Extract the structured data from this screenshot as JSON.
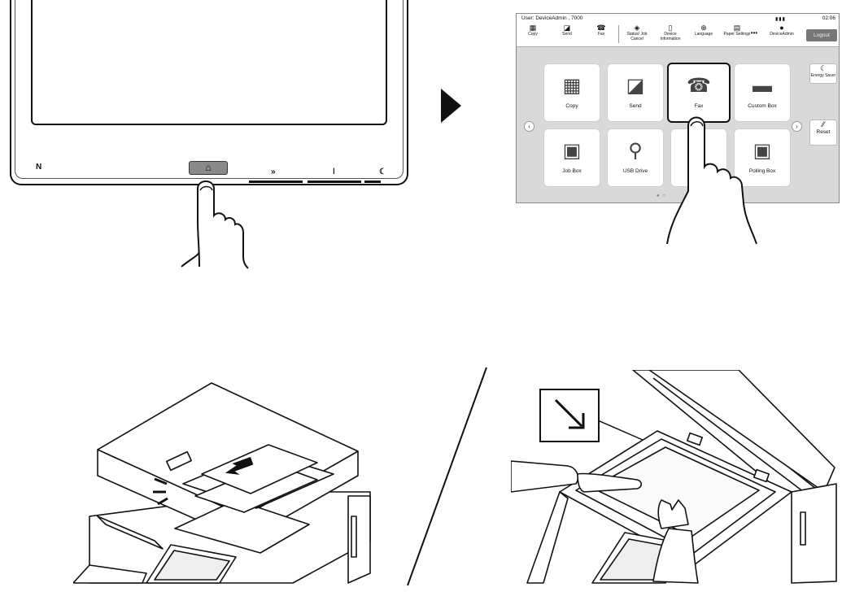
{
  "control_panel": {
    "nfc_icon": "nfc-icon",
    "home_key": {
      "icon": "home-icon",
      "glyph": "⌂"
    },
    "keys": [
      {
        "name": "processing-icon",
        "glyph": "»"
      },
      {
        "name": "attention-icon",
        "glyph": "ǀ"
      },
      {
        "name": "energy-saver-icon",
        "glyph": "☾"
      }
    ]
  },
  "touch_screen": {
    "status": {
      "user": "User: DeviceAdmin , 7000",
      "time": "02:06"
    },
    "toolbar": [
      {
        "label": "Copy",
        "icon": "copy-icon",
        "glyph": "▦"
      },
      {
        "label": "Send",
        "icon": "send-icon",
        "glyph": "◪"
      },
      {
        "label": "Fax",
        "icon": "fax-icon",
        "glyph": "☎"
      },
      {
        "label": "Status/ Job Cancel",
        "icon": "status-icon",
        "glyph": "◈"
      },
      {
        "label": "Device Information",
        "icon": "device-info-icon",
        "glyph": "▯"
      },
      {
        "label": "Language",
        "icon": "language-icon",
        "glyph": "⊕"
      },
      {
        "label": "Paper Settings",
        "icon": "paper-settings-icon",
        "glyph": "▤"
      },
      {
        "label": "•••",
        "icon": "more-icon",
        "glyph": ""
      },
      {
        "label": "DeviceAdmin",
        "icon": "user-icon",
        "glyph": "●"
      }
    ],
    "logout": "Logout",
    "tiles": [
      {
        "label": "Copy",
        "icon": "copy-icon",
        "glyph": "▦",
        "selected": false
      },
      {
        "label": "Send",
        "icon": "send-icon",
        "glyph": "◪",
        "selected": false
      },
      {
        "label": "Fax",
        "icon": "fax-icon",
        "glyph": "☎",
        "selected": true
      },
      {
        "label": "Custom Box",
        "icon": "folder-icon",
        "glyph": "▬",
        "selected": false
      },
      {
        "label": "Job Box",
        "icon": "job-box-icon",
        "glyph": "▣",
        "selected": false
      },
      {
        "label": "USB Drive",
        "icon": "usb-icon",
        "glyph": "⚲",
        "selected": false
      },
      {
        "label": "",
        "icon": "blank-icon",
        "glyph": "",
        "selected": false
      },
      {
        "label": "Polling Box",
        "icon": "polling-box-icon",
        "glyph": "▣",
        "selected": false
      }
    ],
    "energy_saver": "Energy Saver",
    "reset": "Reset",
    "page_dots": "● ○"
  }
}
